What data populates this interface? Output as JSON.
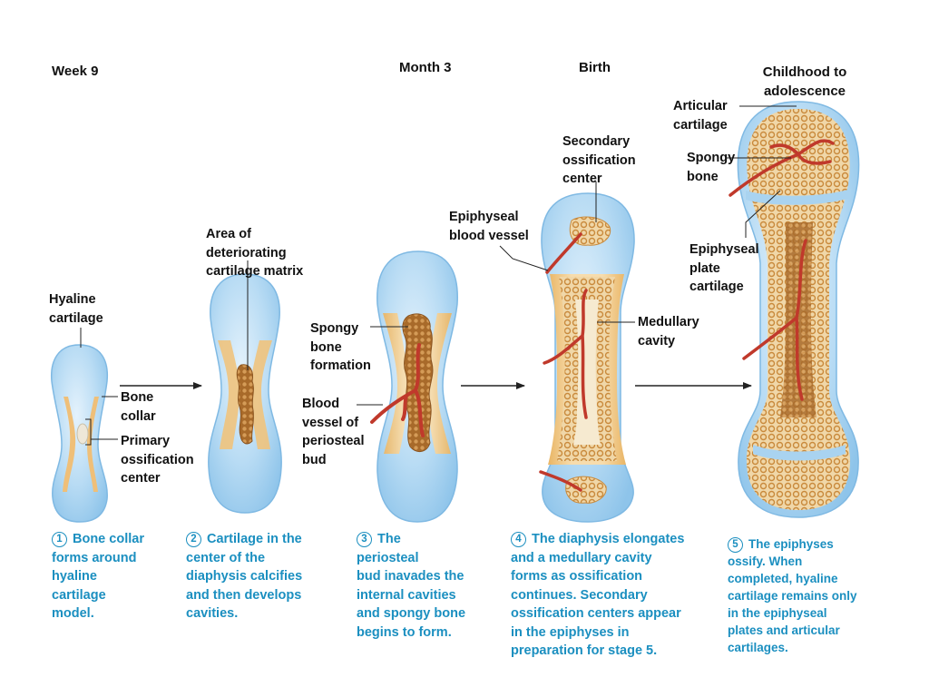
{
  "headers": {
    "week9": "Week 9",
    "month3": "Month 3",
    "birth": "Birth",
    "childhood": [
      "Childhood to",
      "adolescence"
    ]
  },
  "labels": {
    "hyaline": [
      "Hyaline",
      "cartilage"
    ],
    "bone_collar": [
      "Bone",
      "collar"
    ],
    "primary_center": [
      "Primary",
      "ossification",
      "center"
    ],
    "deteriorating": [
      "Area of",
      "deteriorating",
      "cartilage matrix"
    ],
    "spongy_formation": [
      "Spongy",
      "bone",
      "formation"
    ],
    "blood_vessel_bud": [
      "Blood",
      "vessel of",
      "periosteal",
      "bud"
    ],
    "epiphyseal_vessel": [
      "Epiphyseal",
      "blood vessel"
    ],
    "secondary_center": [
      "Secondary",
      "ossification",
      "center"
    ],
    "medullary": [
      "Medullary",
      "cavity"
    ],
    "articular": [
      "Articular",
      "cartilage"
    ],
    "spongy_bone": [
      "Spongy",
      "bone"
    ],
    "plate": [
      "Epiphyseal",
      "plate",
      "cartilage"
    ]
  },
  "captions": [
    {
      "num": "1",
      "lines": [
        "Bone collar",
        "forms around",
        "hyaline",
        "cartilage",
        "model."
      ]
    },
    {
      "num": "2",
      "lines": [
        "Cartilage in the",
        "center of the",
        "diaphysis calcifies",
        "and then develops",
        "cavities."
      ]
    },
    {
      "num": "3",
      "lines": [
        "The",
        "periosteal",
        "bud inavades the",
        "internal cavities",
        "and spongy bone",
        "begins to form."
      ]
    },
    {
      "num": "4",
      "lines": [
        "The diaphysis elongates",
        "and a medullary cavity",
        "forms as ossification",
        "continues. Secondary",
        "ossification centers appear",
        "in the epiphyses in",
        "preparation for stage 5."
      ]
    },
    {
      "num": "5",
      "lines": [
        "The epiphyses",
        "ossify. When",
        "completed, hyaline",
        "cartilage remains only",
        "in the epiphyseal",
        "plates and articular",
        "cartilages."
      ]
    }
  ],
  "colors": {
    "cartilage": "#a9d3f0",
    "cartilage_edge": "#6fb2e0",
    "bone_collar": "#f2c98a",
    "spongy": "#c98a3c",
    "vessel": "#c0392b",
    "marrow": "#f6ead0",
    "caption": "#1b8fc0"
  }
}
